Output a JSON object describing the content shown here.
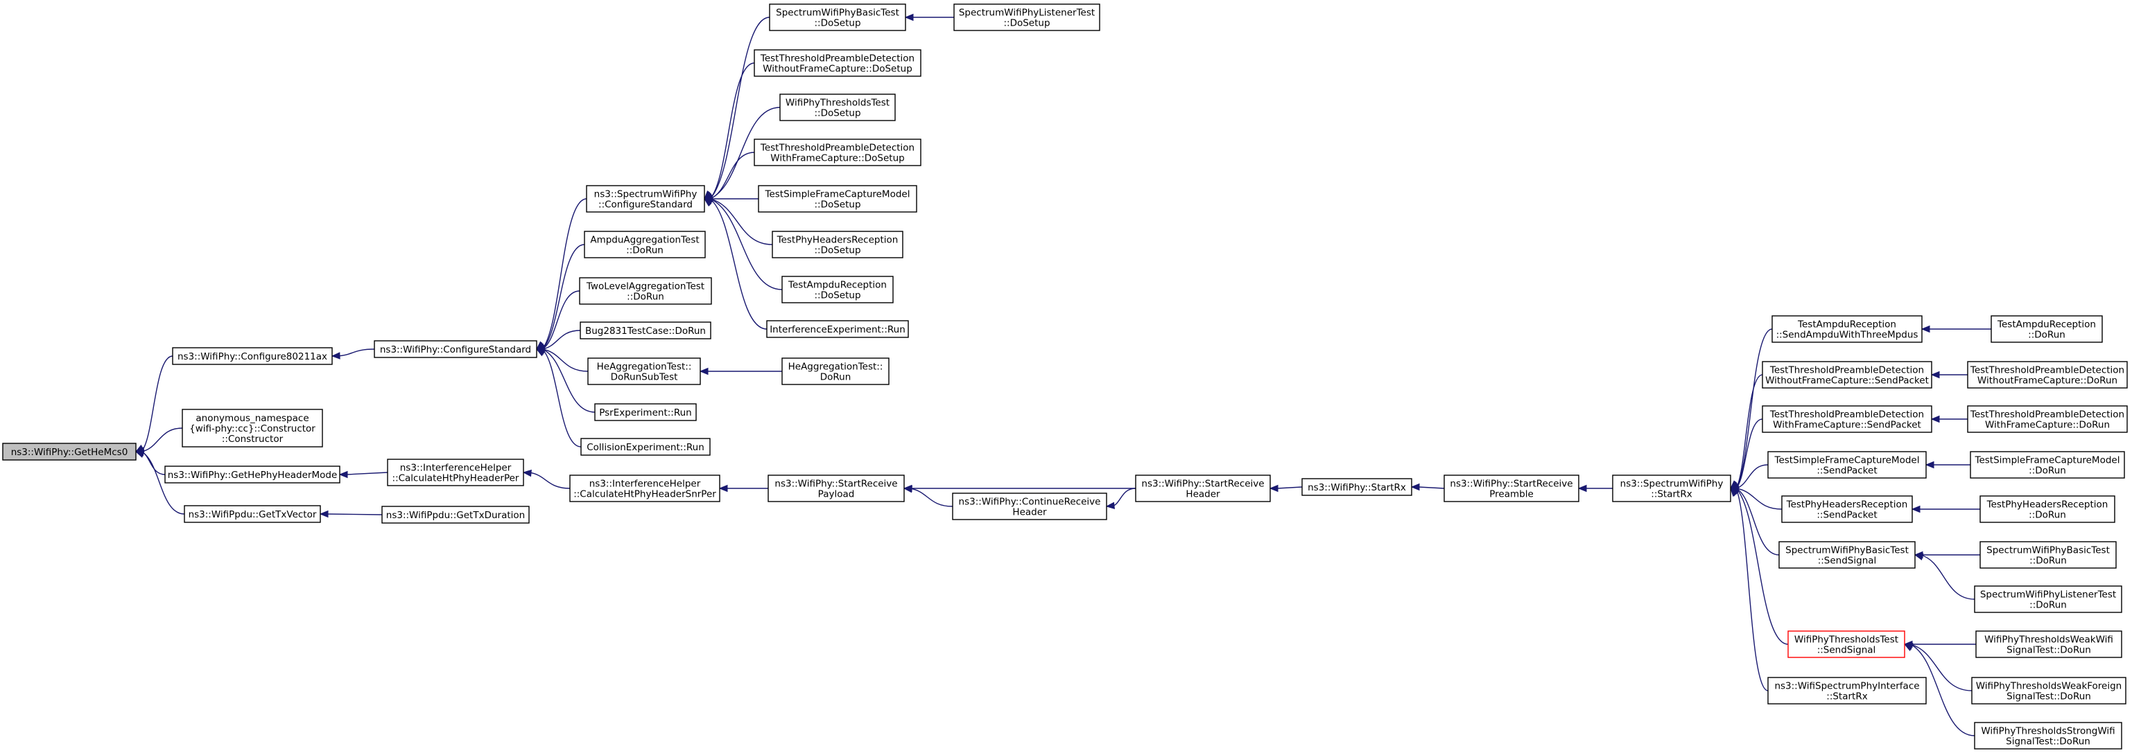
{
  "graph": {
    "nodes": [
      {
        "id": "GetHeMcs0",
        "lines": [
          "ns3::WifiPhy::GetHeMcs0"
        ],
        "style": "root"
      },
      {
        "id": "Configure80211ax",
        "lines": [
          "ns3::WifiPhy::Configure80211ax"
        ]
      },
      {
        "id": "anonCtor",
        "lines": [
          "anonymous_namespace",
          "{wifi-phy::cc}::Constructor",
          "::Constructor"
        ]
      },
      {
        "id": "GetHePhyHeaderMode",
        "lines": [
          "ns3::WifiPhy::GetHePhyHeaderMode"
        ]
      },
      {
        "id": "GetTxVector",
        "lines": [
          "ns3::WifiPpdu::GetTxVector"
        ]
      },
      {
        "id": "WP_ConfigureStandard",
        "lines": [
          "ns3::WifiPhy::ConfigureStandard"
        ]
      },
      {
        "id": "CalcHtPhyHeaderPer",
        "lines": [
          "ns3::InterferenceHelper",
          "::CalculateHtPhyHeaderPer"
        ]
      },
      {
        "id": "GetTxDuration",
        "lines": [
          "ns3::WifiPpdu::GetTxDuration"
        ]
      },
      {
        "id": "SWP_ConfigureStandard",
        "lines": [
          "ns3::SpectrumWifiPhy",
          "::ConfigureStandard"
        ]
      },
      {
        "id": "AmpduAggTest",
        "lines": [
          "AmpduAggregationTest",
          "::DoRun"
        ]
      },
      {
        "id": "TwoLevelAgg",
        "lines": [
          "TwoLevelAggregationTest",
          "::DoRun"
        ]
      },
      {
        "id": "Bug2831",
        "lines": [
          "Bug2831TestCase::DoRun"
        ]
      },
      {
        "id": "HeAggSubTest",
        "lines": [
          "HeAggregationTest::",
          "DoRunSubTest"
        ]
      },
      {
        "id": "PsrExp",
        "lines": [
          "PsrExperiment::Run"
        ]
      },
      {
        "id": "CollisionExp",
        "lines": [
          "CollisionExperiment::Run"
        ]
      },
      {
        "id": "CalcHtPhyHeaderSnrPer",
        "lines": [
          "ns3::InterferenceHelper",
          "::CalculateHtPhyHeaderSnrPer"
        ]
      },
      {
        "id": "SWPBasicSetup",
        "lines": [
          "SpectrumWifiPhyBasicTest",
          "::DoSetup"
        ]
      },
      {
        "id": "TTPD_NoFC_Setup",
        "lines": [
          "TestThresholdPreambleDetection",
          "WithoutFrameCapture::DoSetup"
        ]
      },
      {
        "id": "WPThresholdsSetup",
        "lines": [
          "WifiPhyThresholdsTest",
          "::DoSetup"
        ]
      },
      {
        "id": "TTPD_FC_Setup",
        "lines": [
          "TestThresholdPreambleDetection",
          "WithFrameCapture::DoSetup"
        ]
      },
      {
        "id": "TSFCM_Setup",
        "lines": [
          "TestSimpleFrameCaptureModel",
          "::DoSetup"
        ]
      },
      {
        "id": "TPHR_Setup",
        "lines": [
          "TestPhyHeadersReception",
          "::DoSetup"
        ]
      },
      {
        "id": "TAR_Setup",
        "lines": [
          "TestAmpduReception",
          "::DoSetup"
        ]
      },
      {
        "id": "InterfExp",
        "lines": [
          "InterferenceExperiment::Run"
        ]
      },
      {
        "id": "HeAggDoRun",
        "lines": [
          "HeAggregationTest::",
          "DoRun"
        ]
      },
      {
        "id": "StartReceivePayload",
        "lines": [
          "ns3::WifiPhy::StartReceive",
          "Payload"
        ]
      },
      {
        "id": "SWPListenerSetup",
        "lines": [
          "SpectrumWifiPhyListenerTest",
          "::DoSetup"
        ]
      },
      {
        "id": "ContinueReceiveHeader",
        "lines": [
          "ns3::WifiPhy::ContinueReceive",
          "Header"
        ]
      },
      {
        "id": "StartReceiveHeader",
        "lines": [
          "ns3::WifiPhy::StartReceive",
          "Header"
        ]
      },
      {
        "id": "WP_StartRx",
        "lines": [
          "ns3::WifiPhy::StartRx"
        ]
      },
      {
        "id": "StartReceivePreamble",
        "lines": [
          "ns3::WifiPhy::StartReceive",
          "Preamble"
        ]
      },
      {
        "id": "SWP_StartRx",
        "lines": [
          "ns3::SpectrumWifiPhy",
          "::StartRx"
        ]
      },
      {
        "id": "TAR_SendAmpdu",
        "lines": [
          "TestAmpduReception",
          "::SendAmpduWithThreeMpdus"
        ]
      },
      {
        "id": "TTPD_NoFC_Send",
        "lines": [
          "TestThresholdPreambleDetection",
          "WithoutFrameCapture::SendPacket"
        ]
      },
      {
        "id": "TTPD_FC_Send",
        "lines": [
          "TestThresholdPreambleDetection",
          "WithFrameCapture::SendPacket"
        ]
      },
      {
        "id": "TSFCM_Send",
        "lines": [
          "TestSimpleFrameCaptureModel",
          "::SendPacket"
        ]
      },
      {
        "id": "TPHR_Send",
        "lines": [
          "TestPhyHeadersReception",
          "::SendPacket"
        ]
      },
      {
        "id": "SWPBasic_Send",
        "lines": [
          "SpectrumWifiPhyBasicTest",
          "::SendSignal"
        ]
      },
      {
        "id": "WPThresholds_Send",
        "lines": [
          "WifiPhyThresholdsTest",
          "::SendSignal"
        ],
        "style": "highlight"
      },
      {
        "id": "WSPI_StartRx",
        "lines": [
          "ns3::WifiSpectrumPhyInterface",
          "::StartRx"
        ]
      },
      {
        "id": "TAR_DoRun",
        "lines": [
          "TestAmpduReception",
          "::DoRun"
        ]
      },
      {
        "id": "TTPD_NoFC_DoRun",
        "lines": [
          "TestThresholdPreambleDetection",
          "WithoutFrameCapture::DoRun"
        ]
      },
      {
        "id": "TTPD_FC_DoRun",
        "lines": [
          "TestThresholdPreambleDetection",
          "WithFrameCapture::DoRun"
        ]
      },
      {
        "id": "TSFCM_DoRun",
        "lines": [
          "TestSimpleFrameCaptureModel",
          "::DoRun"
        ]
      },
      {
        "id": "TPHR_DoRun",
        "lines": [
          "TestPhyHeadersReception",
          "::DoRun"
        ]
      },
      {
        "id": "SWPBasic_DoRun",
        "lines": [
          "SpectrumWifiPhyBasicTest",
          "::DoRun"
        ]
      },
      {
        "id": "SWPListener_DoRun",
        "lines": [
          "SpectrumWifiPhyListenerTest",
          "::DoRun"
        ]
      },
      {
        "id": "WPTWeakWifi",
        "lines": [
          "WifiPhyThresholdsWeakWifi",
          "SignalTest::DoRun"
        ]
      },
      {
        "id": "WPTWeakForeign",
        "lines": [
          "WifiPhyThresholdsWeakForeign",
          "SignalTest::DoRun"
        ]
      },
      {
        "id": "WPTStrongWifi",
        "lines": [
          "WifiPhyThresholdsStrongWifi",
          "SignalTest::DoRun"
        ]
      }
    ],
    "edges": [
      [
        "GetHeMcs0",
        "Configure80211ax"
      ],
      [
        "GetHeMcs0",
        "anonCtor"
      ],
      [
        "GetHeMcs0",
        "GetHePhyHeaderMode"
      ],
      [
        "GetHeMcs0",
        "GetTxVector"
      ],
      [
        "Configure80211ax",
        "WP_ConfigureStandard"
      ],
      [
        "GetHePhyHeaderMode",
        "CalcHtPhyHeaderPer"
      ],
      [
        "GetTxVector",
        "GetTxDuration"
      ],
      [
        "WP_ConfigureStandard",
        "SWP_ConfigureStandard"
      ],
      [
        "WP_ConfigureStandard",
        "AmpduAggTest"
      ],
      [
        "WP_ConfigureStandard",
        "TwoLevelAgg"
      ],
      [
        "WP_ConfigureStandard",
        "Bug2831"
      ],
      [
        "WP_ConfigureStandard",
        "HeAggSubTest"
      ],
      [
        "WP_ConfigureStandard",
        "PsrExp"
      ],
      [
        "WP_ConfigureStandard",
        "CollisionExp"
      ],
      [
        "CalcHtPhyHeaderPer",
        "CalcHtPhyHeaderSnrPer"
      ],
      [
        "SWP_ConfigureStandard",
        "SWPBasicSetup"
      ],
      [
        "SWP_ConfigureStandard",
        "TTPD_NoFC_Setup"
      ],
      [
        "SWP_ConfigureStandard",
        "WPThresholdsSetup"
      ],
      [
        "SWP_ConfigureStandard",
        "TTPD_FC_Setup"
      ],
      [
        "SWP_ConfigureStandard",
        "TSFCM_Setup"
      ],
      [
        "SWP_ConfigureStandard",
        "TPHR_Setup"
      ],
      [
        "SWP_ConfigureStandard",
        "TAR_Setup"
      ],
      [
        "SWP_ConfigureStandard",
        "InterfExp"
      ],
      [
        "HeAggSubTest",
        "HeAggDoRun"
      ],
      [
        "CalcHtPhyHeaderSnrPer",
        "StartReceivePayload"
      ],
      [
        "SWPBasicSetup",
        "SWPListenerSetup"
      ],
      [
        "StartReceivePayload",
        "ContinueReceiveHeader"
      ],
      [
        "StartReceivePayload",
        "StartReceiveHeader"
      ],
      [
        "ContinueReceiveHeader",
        "StartReceiveHeader"
      ],
      [
        "StartReceiveHeader",
        "WP_StartRx"
      ],
      [
        "WP_StartRx",
        "StartReceivePreamble"
      ],
      [
        "StartReceivePreamble",
        "SWP_StartRx"
      ],
      [
        "SWP_StartRx",
        "TAR_SendAmpdu"
      ],
      [
        "SWP_StartRx",
        "TTPD_NoFC_Send"
      ],
      [
        "SWP_StartRx",
        "TTPD_FC_Send"
      ],
      [
        "SWP_StartRx",
        "TSFCM_Send"
      ],
      [
        "SWP_StartRx",
        "TPHR_Send"
      ],
      [
        "SWP_StartRx",
        "SWPBasic_Send"
      ],
      [
        "SWP_StartRx",
        "WPThresholds_Send"
      ],
      [
        "SWP_StartRx",
        "WSPI_StartRx"
      ],
      [
        "TAR_SendAmpdu",
        "TAR_DoRun"
      ],
      [
        "TTPD_NoFC_Send",
        "TTPD_NoFC_DoRun"
      ],
      [
        "TTPD_FC_Send",
        "TTPD_FC_DoRun"
      ],
      [
        "TSFCM_Send",
        "TSFCM_DoRun"
      ],
      [
        "TPHR_Send",
        "TPHR_DoRun"
      ],
      [
        "SWPBasic_Send",
        "SWPBasic_DoRun"
      ],
      [
        "SWPBasic_Send",
        "SWPListener_DoRun"
      ],
      [
        "WPThresholds_Send",
        "WPTWeakWifi"
      ],
      [
        "WPThresholds_Send",
        "WPTWeakForeign"
      ],
      [
        "WPThresholds_Send",
        "WPTStrongWifi"
      ]
    ]
  }
}
